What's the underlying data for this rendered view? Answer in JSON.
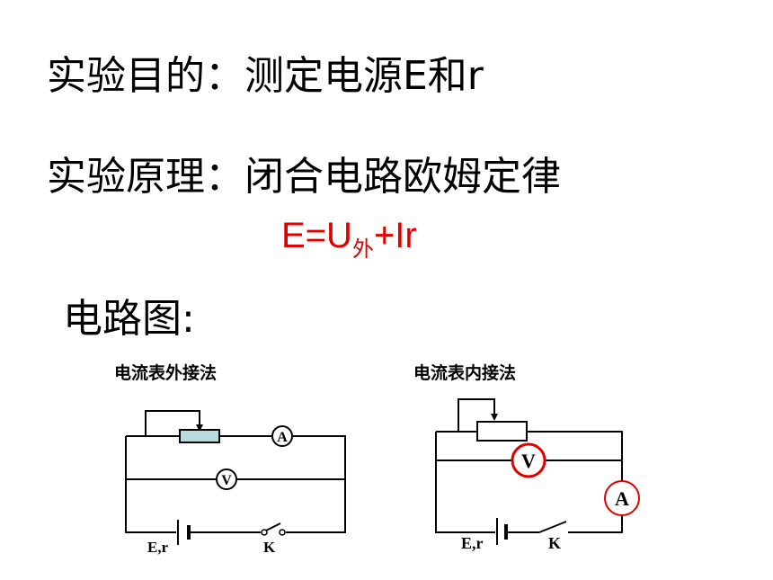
{
  "lines": {
    "purpose": "实验目的：测定电源E和r",
    "principle": "实验原理：闭合电路欧姆定律",
    "formula": {
      "main": "E=U",
      "subscript": "外",
      "tail": "+Ir"
    },
    "diagram_heading": "电路图:"
  },
  "diagram_left": {
    "caption": "电流表外接法",
    "ammeter": "A",
    "voltmeter": "V",
    "source": "E,r",
    "switch": "K"
  },
  "diagram_right": {
    "caption": "电流表内接法",
    "ammeter": "A",
    "voltmeter": "V",
    "source": "E,r",
    "switch": "K"
  },
  "colors": {
    "formula": "#e00000",
    "meter_highlight": "#e00000",
    "rheostat_fill": "#b9d9de"
  }
}
